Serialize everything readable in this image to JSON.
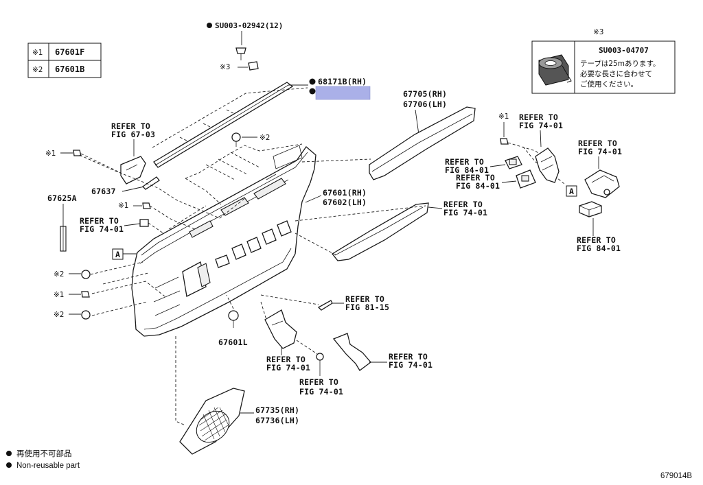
{
  "top_fastener": "SU003-02942(12)",
  "ref_table": [
    {
      "mark": "※1",
      "part": "67601F"
    },
    {
      "mark": "※2",
      "part": "67601B"
    }
  ],
  "tape_box": {
    "mark": "※3",
    "part": "SU003-04707",
    "note_line1": "テープは25mあります。",
    "note_line2": "必要な長さに合わせて",
    "note_line3": "ご使用ください。"
  },
  "parts": {
    "weatherstrip": "68171B(RH)",
    "armrest_upper_rh": "67705(RH)",
    "armrest_upper_lh": "67706(LH)",
    "panel_rh": "67601(RH)",
    "panel_lh": "67602(LH)",
    "clip_l": "67601L",
    "bracket": "67637",
    "rod": "67625A",
    "cover_rh": "67735(RH)",
    "cover_lh": "67736(LH)"
  },
  "refs": {
    "ref_to": "REFER TO",
    "fig_67_03": "FIG 67-03",
    "fig_74_01": "FIG 74-01",
    "fig_84_01": "FIG 84-01",
    "fig_81_15": "FIG 81-15"
  },
  "marks": {
    "m1": "※1",
    "m2": "※2",
    "m3": "※3",
    "view_a": "A"
  },
  "legend": {
    "jp": "再使用不可部品",
    "en": "Non-reusable part"
  },
  "figure_id": "679014B",
  "colors": {
    "highlight": "#aab0e8",
    "line": "#1a1a1a"
  }
}
